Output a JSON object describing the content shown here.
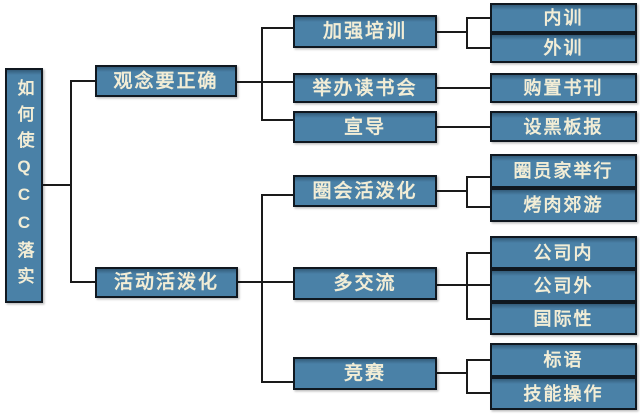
{
  "diagram": {
    "title": "如何使QCC落实",
    "root": {
      "id": "root",
      "label": "如何使QCC落实"
    },
    "nodes": [
      {
        "id": "correct-concept",
        "label": "观念要正确"
      },
      {
        "id": "lively-activities",
        "label": "活动活泼化"
      },
      {
        "id": "strengthen-training",
        "label": "加强培训"
      },
      {
        "id": "book-club",
        "label": "举办读书会"
      },
      {
        "id": "promotion",
        "label": "宣导"
      },
      {
        "id": "lively-circle-meetings",
        "label": "圈会活泼化"
      },
      {
        "id": "more-exchange",
        "label": "多交流"
      },
      {
        "id": "competition",
        "label": "竞赛"
      },
      {
        "id": "internal-training",
        "label": "内训"
      },
      {
        "id": "external-training",
        "label": "外训"
      },
      {
        "id": "purchase-books",
        "label": "购置书刊"
      },
      {
        "id": "blackboard-bulletin",
        "label": "设黑板报"
      },
      {
        "id": "member-home-meeting",
        "label": "圈员家举行"
      },
      {
        "id": "bbq-outing",
        "label": "烤肉郊游"
      },
      {
        "id": "within-company",
        "label": "公司内"
      },
      {
        "id": "outside-company",
        "label": "公司外"
      },
      {
        "id": "international",
        "label": "国际性"
      },
      {
        "id": "slogan",
        "label": "标语"
      },
      {
        "id": "skill-operation",
        "label": "技能操作"
      }
    ],
    "edges": [
      [
        "root",
        "correct-concept"
      ],
      [
        "root",
        "lively-activities"
      ],
      [
        "correct-concept",
        "strengthen-training"
      ],
      [
        "correct-concept",
        "book-club"
      ],
      [
        "correct-concept",
        "promotion"
      ],
      [
        "strengthen-training",
        "internal-training"
      ],
      [
        "strengthen-training",
        "external-training"
      ],
      [
        "book-club",
        "purchase-books"
      ],
      [
        "promotion",
        "blackboard-bulletin"
      ],
      [
        "lively-activities",
        "lively-circle-meetings"
      ],
      [
        "lively-activities",
        "more-exchange"
      ],
      [
        "lively-activities",
        "competition"
      ],
      [
        "lively-circle-meetings",
        "member-home-meeting"
      ],
      [
        "lively-circle-meetings",
        "bbq-outing"
      ],
      [
        "more-exchange",
        "within-company"
      ],
      [
        "more-exchange",
        "outside-company"
      ],
      [
        "more-exchange",
        "international"
      ],
      [
        "competition",
        "slogan"
      ],
      [
        "competition",
        "skill-operation"
      ]
    ],
    "colors": {
      "node_fill": "#4A81A7",
      "node_text": "#F2EDD6",
      "node_border": "#101820",
      "connector": "#1A1A1A",
      "background": "#FFFFFF"
    }
  }
}
